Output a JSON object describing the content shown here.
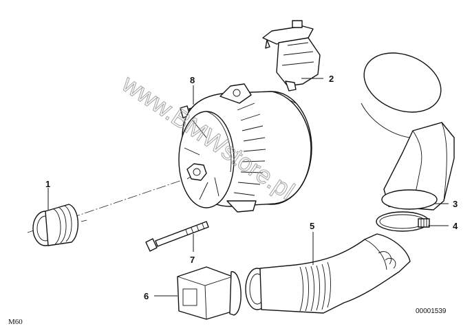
{
  "callouts": [
    {
      "id": "1",
      "label": "1"
    },
    {
      "id": "2",
      "label": "2"
    },
    {
      "id": "3",
      "label": "3"
    },
    {
      "id": "4",
      "label": "4"
    },
    {
      "id": "5",
      "label": "5"
    },
    {
      "id": "6",
      "label": "6"
    },
    {
      "id": "7",
      "label": "7"
    },
    {
      "id": "8",
      "label": "8"
    }
  ],
  "watermark": "www.BMWstore.pl",
  "corner_label": "M60",
  "diagram_number": "00001539"
}
